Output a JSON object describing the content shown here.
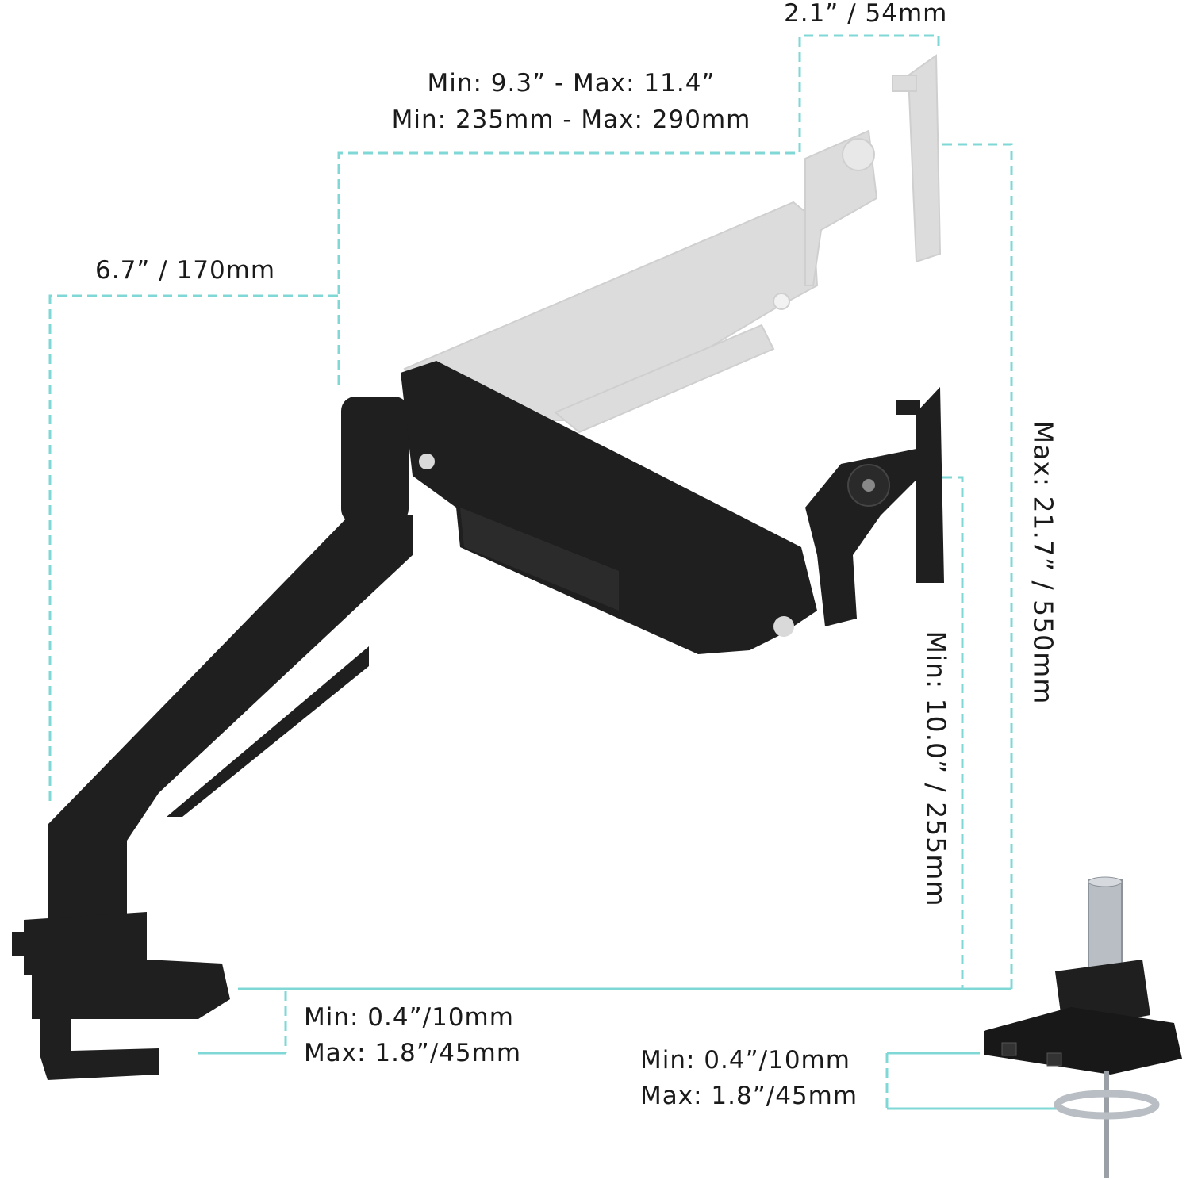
{
  "colors": {
    "dimension_line": "#7fd8d6",
    "arm": "#1f1f1f",
    "ghost_arm": "#dcdcdc",
    "steel": "#b9bec4"
  },
  "labels": {
    "tilt_offset": "2.1” / 54mm",
    "reach_min_max_in": "Min: 9.3” - Max: 11.4”",
    "reach_min_max_mm": "Min: 235mm - Max: 290mm",
    "pole_offset": "6.7” / 170mm",
    "max_height": "Max: 21.7” / 550mm",
    "min_height": "Min: 10.0” / 255mm",
    "clamp_min": "Min: 0.4”/10mm",
    "clamp_max": "Max: 1.8”/45mm",
    "grommet_min": "Min: 0.4”/10mm",
    "grommet_max": "Max: 1.8”/45mm"
  }
}
